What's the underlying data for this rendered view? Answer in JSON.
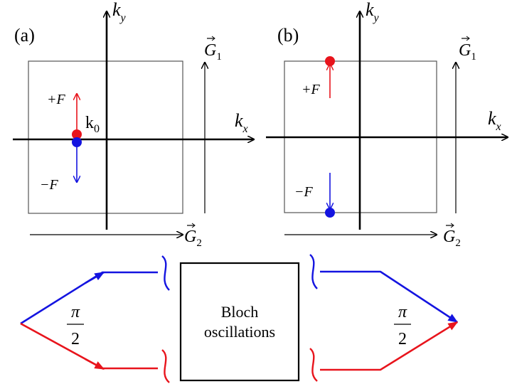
{
  "panel_a": {
    "label": "(a)",
    "ky_main": "k",
    "ky_sub": "y",
    "kx_main": "k",
    "kx_sub": "x",
    "g1_main": "G",
    "g1_sub": "1",
    "g2_main": "G",
    "g2_sub": "2",
    "plus_f": "+F",
    "minus_f": "−F",
    "k0_main": "k",
    "k0_sub": "0"
  },
  "panel_b": {
    "label": "(b)",
    "ky_main": "k",
    "ky_sub": "y",
    "kx_main": "k",
    "kx_sub": "x",
    "g1_main": "G",
    "g1_sub": "1",
    "g2_main": "G",
    "g2_sub": "2",
    "plus_f": "+F",
    "minus_f": "−F"
  },
  "interferometer": {
    "box_line1": "Bloch",
    "box_line2": "oscillations",
    "left_pulse_num": "π",
    "left_pulse_den": "2",
    "right_pulse_num": "π",
    "right_pulse_den": "2"
  },
  "colors": {
    "red": "#e8141c",
    "blue": "#1414e0",
    "line": "#000000",
    "box": "#555555"
  }
}
